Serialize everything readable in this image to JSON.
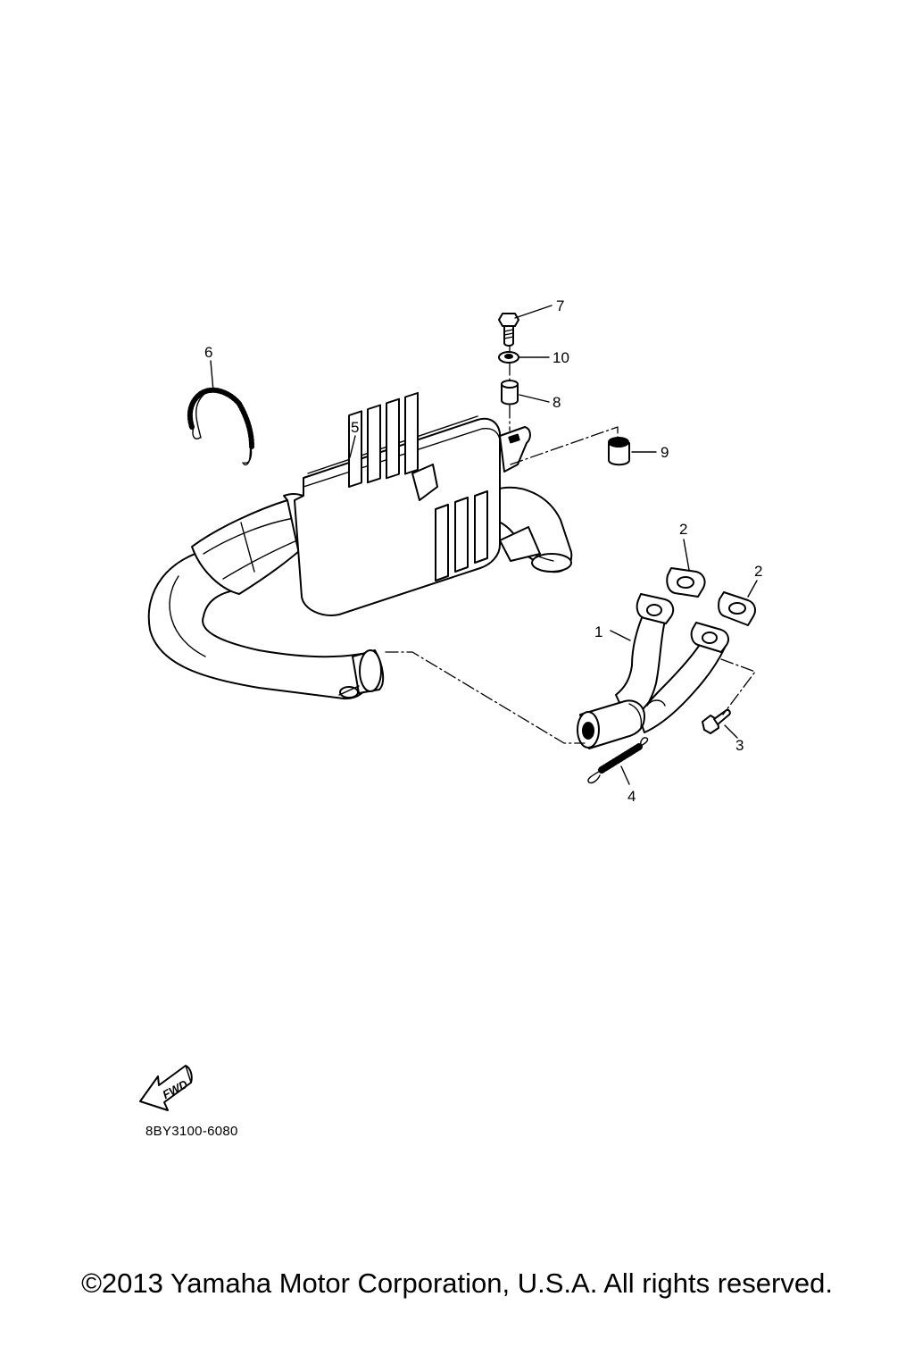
{
  "callouts": {
    "c1": "1",
    "c2a": "2",
    "c2b": "2",
    "c3": "3",
    "c4": "4",
    "c5": "5",
    "c6": "6",
    "c7": "7",
    "c8": "8",
    "c9": "9",
    "c10": "10"
  },
  "fwd_arrow": {
    "label": "FWD"
  },
  "drawing_code": "8BY3100-6080",
  "copyright": "©2013 Yamaha Motor Corporation, U.S.A. All rights reserved."
}
